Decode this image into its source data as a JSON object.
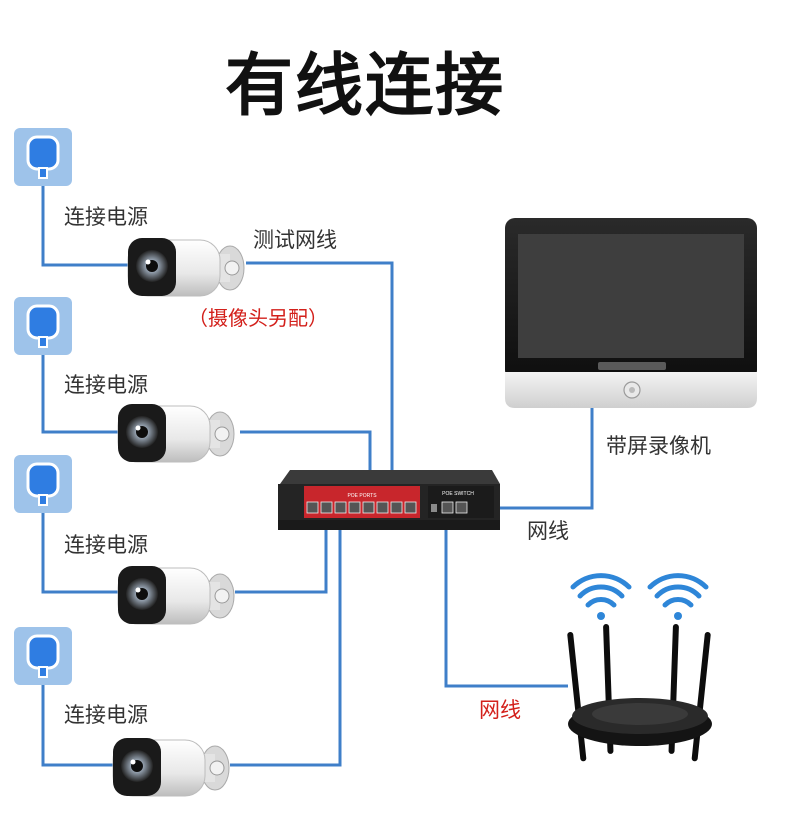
{
  "title": "有线连接",
  "labels": {
    "power": [
      "连接电源",
      "连接电源",
      "连接电源",
      "连接电源"
    ],
    "test_cable": "测试网线",
    "camera_note": "（摄像头另配）",
    "nvr": "带屏录像机",
    "cable_nvr": "网线",
    "cable_router": "网线"
  },
  "switch_labels": {
    "poe_ports": "POE PORTS",
    "poe_switch": "POE SWITCH"
  },
  "colors": {
    "cable": "#3f7fc9",
    "outlet": "#9ec3ea",
    "plug": "#2f7de2",
    "switch_body": "#242424",
    "switch_red": "#c8262c",
    "accent_red": "#d3201b",
    "wifi": "#2e86d8"
  }
}
